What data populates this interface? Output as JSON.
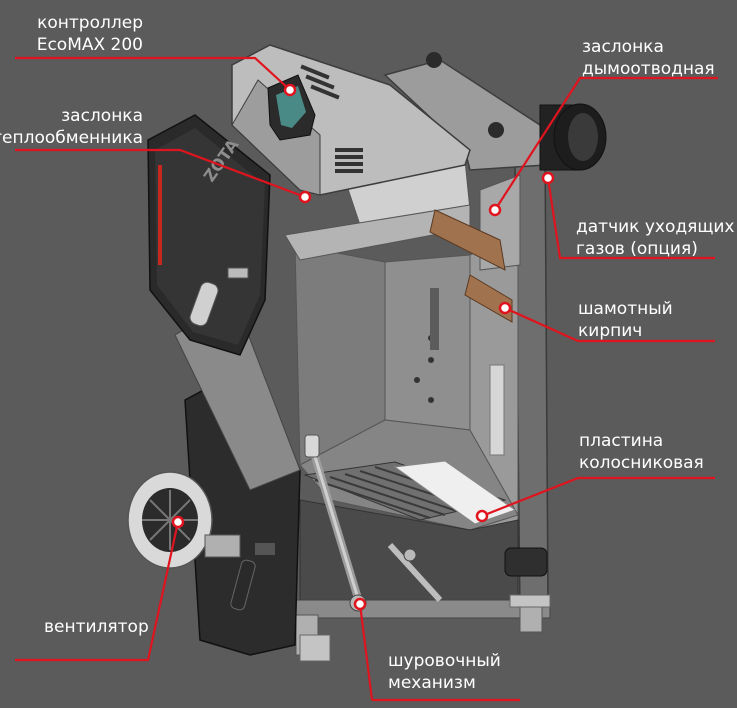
{
  "colors": {
    "background": "#5b5b5b",
    "leader": "#e0141e",
    "label_text": "#ffffff",
    "boiler_body": "#7a7a7a",
    "boiler_dark": "#2a2a2a",
    "interior": "#8c8c8c"
  },
  "labels": {
    "controller": {
      "line1": "контроллер",
      "line2": "EcoMAX 200"
    },
    "hx_damper": {
      "line1": "заслонка",
      "line2": "теплообменника"
    },
    "smoke_damper": {
      "line1": "заслонка",
      "line2": "дымоотводная"
    },
    "flue_sensor": {
      "line1": "датчик уходящих",
      "line2": "газов (опция)"
    },
    "brick": {
      "line1": "шамотный",
      "line2": "кирпич"
    },
    "grate": {
      "line1": "пластина",
      "line2": "колосниковая"
    },
    "fan": {
      "line1": "вентилятор"
    },
    "poker": {
      "line1": "шуровочный",
      "line2": "механизм"
    }
  },
  "logo_text": "ZOTA"
}
